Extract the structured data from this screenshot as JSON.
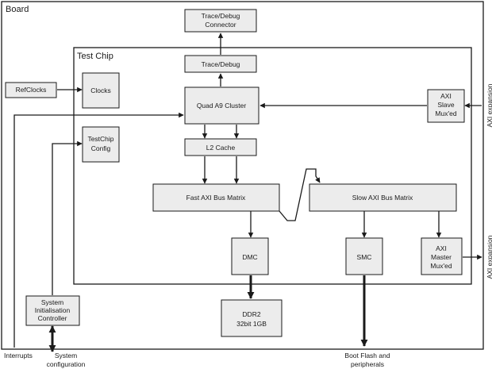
{
  "board": {
    "title": "Board"
  },
  "test_chip": {
    "title": "Test Chip"
  },
  "blocks": {
    "trace_connector": [
      "Trace/Debug",
      "Connector"
    ],
    "refclocks": [
      "RefClocks"
    ],
    "clocks": [
      "Clocks"
    ],
    "trace_debug": [
      "Trace/Debug"
    ],
    "quad_a9": [
      "Quad A9 Cluster"
    ],
    "axi_slave": [
      "AXI",
      "Slave",
      "Mux'ed"
    ],
    "testchip_config": [
      "TestChip",
      "Config"
    ],
    "l2_cache": [
      "L2 Cache"
    ],
    "fast_axi": [
      "Fast AXI Bus Matrix"
    ],
    "slow_axi": [
      "Slow AXI Bus Matrix"
    ],
    "dmc": [
      "DMC"
    ],
    "smc": [
      "SMC"
    ],
    "axi_master": [
      "AXI",
      "Master",
      "Mux'ed"
    ],
    "sys_init": [
      "System",
      "Initialisation",
      "Controller"
    ],
    "ddr2": [
      "DDR2",
      "32bit 1GB"
    ]
  },
  "labels": {
    "axi_expansion_top": "AXI expansion",
    "axi_expansion_bottom": "AXI expansion",
    "interrupts": "Interrupts",
    "system_configuration": [
      "System",
      "configuration"
    ],
    "boot_flash": [
      "Boot Flash and",
      "peripherals"
    ]
  }
}
